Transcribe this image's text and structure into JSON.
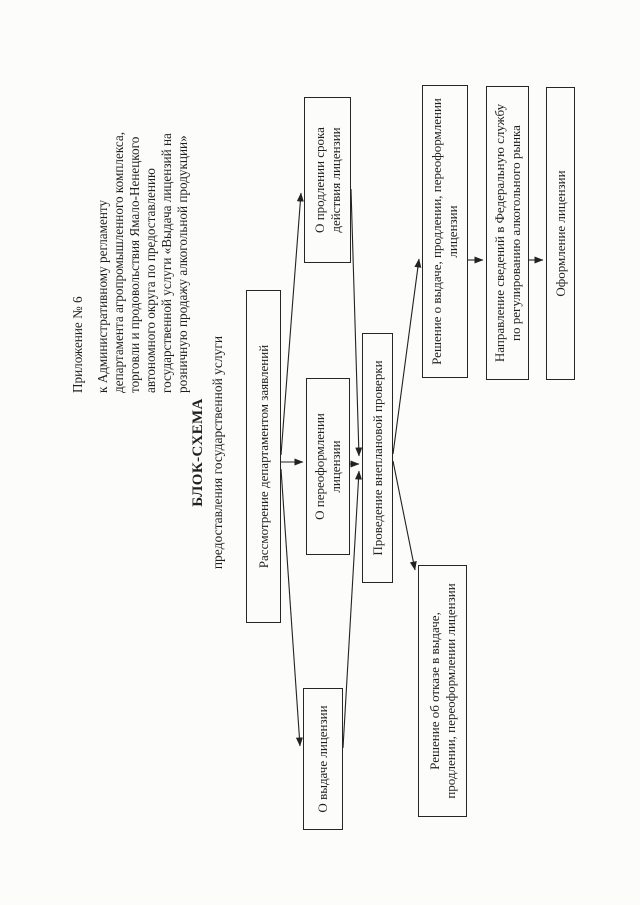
{
  "document": {
    "appendix": {
      "lines": [
        "Приложение № 6",
        "к Административному регламенту",
        "департамента агропромышленного комплекса,",
        "торговли и продовольствия Ямало-Ненецкого",
        "автономного округа по предоставлению",
        "государственной услуги «Выдача лицензий на",
        "розничную продажу алкогольной продукции»"
      ]
    },
    "title": "БЛОК-СХЕМА",
    "subtitle": "предоставления государственной услуги",
    "flowchart": {
      "nodes": {
        "review": {
          "label": "Рассмотрение департаментом заявлений"
        },
        "issue": {
          "label": "О выдаче лицензии"
        },
        "reissue": {
          "label": "О переоформлении\nлицензии"
        },
        "extend": {
          "label": "О продлении срока\nдействия лицензии"
        },
        "inspection": {
          "label": "Проведение внеплановой проверки"
        },
        "refusal": {
          "label": "Решение об отказе в выдаче,\nпродлении, переоформлении лицензии"
        },
        "approval": {
          "label": "Решение о выдаче, продлении, переоформлении\nлицензии"
        },
        "notification": {
          "label": "Направление сведений в Федеральную службу\nпо регулированию алкогольного рынка"
        },
        "formalization": {
          "label": "Оформление лицензии"
        }
      },
      "edges": [
        {
          "from": "review",
          "to": "issue"
        },
        {
          "from": "review",
          "to": "reissue"
        },
        {
          "from": "review",
          "to": "extend"
        },
        {
          "from": "issue",
          "to": "inspection"
        },
        {
          "from": "reissue",
          "to": "inspection"
        },
        {
          "from": "extend",
          "to": "inspection"
        },
        {
          "from": "inspection",
          "to": "refusal"
        },
        {
          "from": "inspection",
          "to": "approval"
        },
        {
          "from": "approval",
          "to": "notification"
        },
        {
          "from": "notification",
          "to": "formalization"
        }
      ]
    },
    "colors": {
      "ink": "#222222",
      "paper": "#fcfcfb"
    }
  }
}
